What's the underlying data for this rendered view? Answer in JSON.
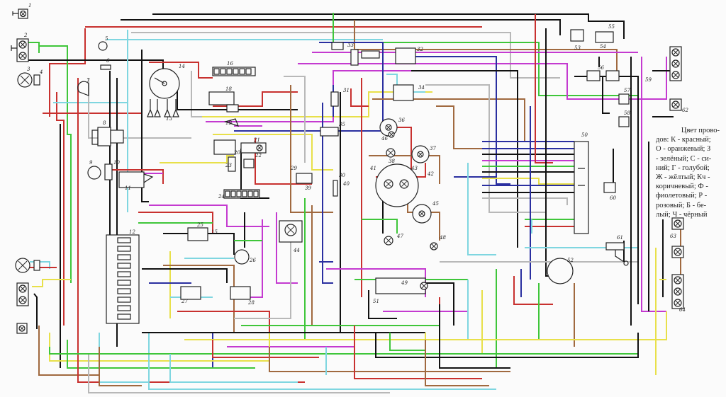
{
  "diagram": {
    "title": "Wiring diagram",
    "legend": {
      "title": "Цвет проводов:",
      "entries": [
        {
          "code": "К",
          "name": "красный",
          "color": "#c8312f"
        },
        {
          "code": "О",
          "name": "оранжевый",
          "color": "#d98a4a"
        },
        {
          "code": "З",
          "name": "зелёный",
          "color": "#3fc63a"
        },
        {
          "code": "С",
          "name": "синий",
          "color": "#2a2fa0"
        },
        {
          "code": "Г",
          "name": "голубой",
          "color": "#7fd6e0"
        },
        {
          "code": "Ж",
          "name": "жёлтый",
          "color": "#e8e04a"
        },
        {
          "code": "Кч",
          "name": "коричневый",
          "color": "#a0693f"
        },
        {
          "code": "Ф",
          "name": "фиолетовый",
          "color": "#c43ad0"
        },
        {
          "code": "Р",
          "name": "розовый",
          "color": "#e0507a"
        },
        {
          "code": "Б",
          "name": "белый",
          "color": "#b8b8b8"
        },
        {
          "code": "Ч",
          "name": "чёрный",
          "color": "#111111"
        }
      ],
      "text_lines": [
        "Цвет прово-",
        "дов: К - красный;",
        "О - оранжевый; З",
        "- зелёный; С - си-",
        "ний; Г - голубой;",
        "Ж - жёлтый; Кч -",
        "коричневый; Ф -",
        "фиолетовый; Р -",
        "розовый; Б - бе-",
        "лый; Ч - чёрный"
      ]
    },
    "components": [
      {
        "id": "1",
        "type": "lamp-single"
      },
      {
        "id": "2",
        "type": "lamp-double"
      },
      {
        "id": "3",
        "type": "headlight"
      },
      {
        "id": "4",
        "type": "connector"
      },
      {
        "id": "5",
        "type": "horn"
      },
      {
        "id": "6",
        "type": "sensor"
      },
      {
        "id": "7",
        "type": "horn-round"
      },
      {
        "id": "8",
        "type": "generator"
      },
      {
        "id": "9",
        "type": "pump"
      },
      {
        "id": "10",
        "type": "regulator"
      },
      {
        "id": "11",
        "type": "starter"
      },
      {
        "id": "12",
        "type": "fuse-block"
      },
      {
        "id": "13",
        "type": "ignition-coil"
      },
      {
        "id": "14",
        "type": "distributor"
      },
      {
        "id": "15",
        "type": "relay"
      },
      {
        "id": "16",
        "type": "terminal-block"
      },
      {
        "id": "18",
        "type": "switch"
      },
      {
        "id": "19",
        "type": "horn-lever"
      },
      {
        "id": "20",
        "type": "switch"
      },
      {
        "id": "21",
        "type": "lamp"
      },
      {
        "id": "22",
        "type": "relay"
      },
      {
        "id": "23",
        "type": "fuse"
      },
      {
        "id": "24",
        "type": "terminal-block"
      },
      {
        "id": "25",
        "type": "relay"
      },
      {
        "id": "26",
        "type": "motor"
      },
      {
        "id": "27",
        "type": "relay"
      },
      {
        "id": "28",
        "type": "relay"
      },
      {
        "id": "29",
        "type": "switch"
      },
      {
        "id": "30",
        "type": "sensor"
      },
      {
        "id": "31",
        "type": "fuse"
      },
      {
        "id": "32",
        "type": "switch"
      },
      {
        "id": "33",
        "type": "wiper-motor"
      },
      {
        "id": "34",
        "type": "switch"
      },
      {
        "id": "35",
        "type": "switch"
      },
      {
        "id": "36",
        "type": "indicator"
      },
      {
        "id": "37",
        "type": "indicator"
      },
      {
        "id": "38",
        "type": "gauge"
      },
      {
        "id": "39",
        "type": "indicator"
      },
      {
        "id": "40",
        "type": "indicator"
      },
      {
        "id": "41",
        "type": "switch"
      },
      {
        "id": "42",
        "type": "relay"
      },
      {
        "id": "43",
        "type": "ignition-switch"
      },
      {
        "id": "44",
        "type": "switch"
      },
      {
        "id": "45",
        "type": "switch"
      },
      {
        "id": "46",
        "type": "lamp-pair"
      },
      {
        "id": "47",
        "type": "switch"
      },
      {
        "id": "48",
        "type": "switch"
      },
      {
        "id": "49",
        "type": "switch"
      },
      {
        "id": "50",
        "type": "connector-panel"
      },
      {
        "id": "51",
        "type": "switch"
      },
      {
        "id": "52",
        "type": "lamp"
      },
      {
        "id": "53",
        "type": "sensor"
      },
      {
        "id": "54",
        "type": "sensor"
      },
      {
        "id": "55",
        "type": "terminal"
      },
      {
        "id": "56",
        "type": "connector-block"
      },
      {
        "id": "57",
        "type": "lamp"
      },
      {
        "id": "58",
        "type": "switch"
      },
      {
        "id": "59",
        "type": "relay"
      },
      {
        "id": "60",
        "type": "switch"
      },
      {
        "id": "61",
        "type": "sensor"
      },
      {
        "id": "62",
        "type": "lamp"
      },
      {
        "id": "63",
        "type": "lamp-pair"
      },
      {
        "id": "64",
        "type": "lamp-triple"
      }
    ]
  }
}
